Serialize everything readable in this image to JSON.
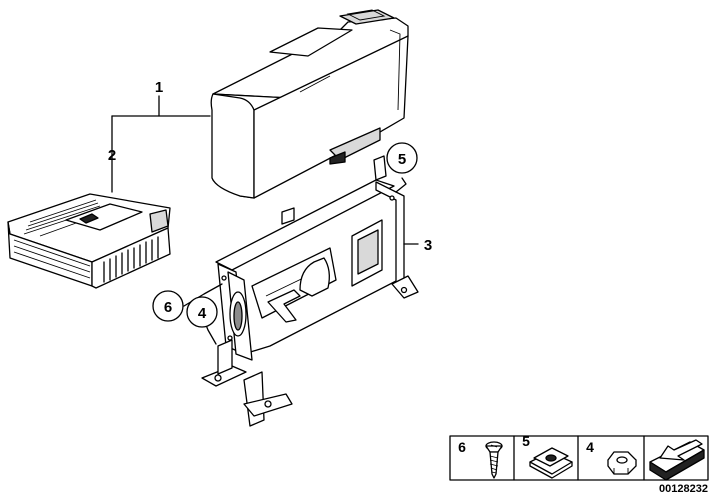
{
  "callouts": [
    {
      "id": "1",
      "label": "1"
    },
    {
      "id": "2",
      "label": "2"
    },
    {
      "id": "3",
      "label": "3"
    },
    {
      "id": "4",
      "label": "4"
    },
    {
      "id": "5",
      "label": "5"
    },
    {
      "id": "6",
      "label": "6"
    }
  ],
  "legend": {
    "items": [
      {
        "label": "6"
      },
      {
        "label": "5"
      },
      {
        "label": "4"
      }
    ]
  },
  "diagram_number": "00128232"
}
